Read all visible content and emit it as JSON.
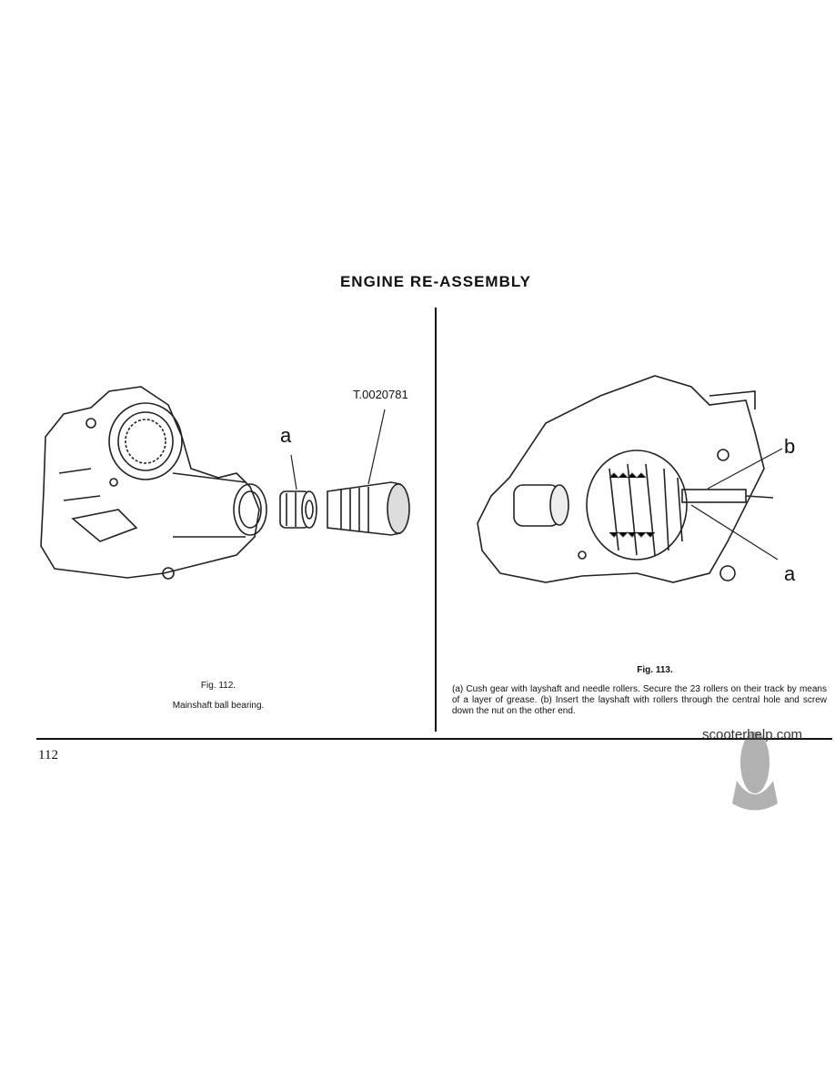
{
  "page": {
    "title": "ENGINE RE-ASSEMBLY",
    "page_number": "112"
  },
  "figure_112": {
    "part_label": "T.0020781",
    "callout_a": "a",
    "caption": "Fig. 112.",
    "description": "Mainshaft ball bearing."
  },
  "figure_113": {
    "callout_a": "a",
    "callout_b": "b",
    "caption": "Fig. 113.",
    "description": "(a) Cush gear with layshaft and needle rollers. Secure the 23 rollers on their track by means of a layer of grease. (b) Insert the layshaft with rollers through the central hole and screw down the nut on the other end."
  },
  "watermark": {
    "text": "scooterhelp.com"
  }
}
